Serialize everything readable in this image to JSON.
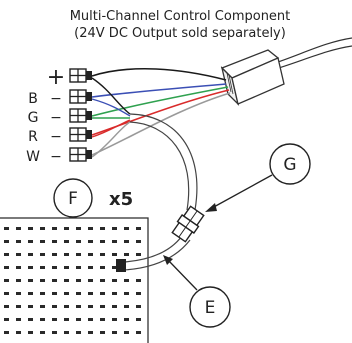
{
  "caption": {
    "line1": "Multi-Channel Control Component",
    "line2": "(24V DC Output sold separately)"
  },
  "terminals": [
    {
      "symbol": "+",
      "wire_color": "#1a1a1a"
    },
    {
      "symbol": "B",
      "wire_color": "#3b4fb5"
    },
    {
      "symbol": "G",
      "wire_color": "#2fa14f"
    },
    {
      "symbol": "R",
      "wire_color": "#d92b2b"
    },
    {
      "symbol": "W",
      "wire_color": "#9a9a9a"
    }
  ],
  "dash_symbol": "−",
  "callouts": {
    "G": "G",
    "F": "F",
    "F_quantity": "x5",
    "E": "E"
  },
  "icons": [
    "control-module",
    "terminal-connector",
    "inline-coupler",
    "led-panel"
  ]
}
